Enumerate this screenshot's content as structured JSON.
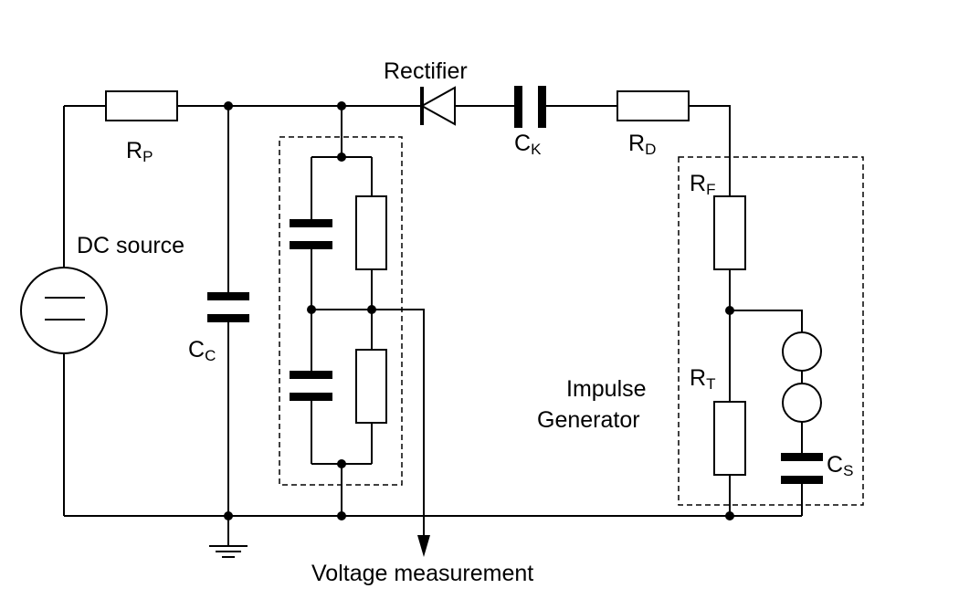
{
  "labels": {
    "rectifier": "Rectifier",
    "dc_source": "DC source",
    "impulse_generator_line1": "Impulse",
    "impulse_generator_line2": "Generator",
    "voltage_measurement": "Voltage measurement"
  },
  "components": {
    "rp": {
      "main": "R",
      "sub": "P"
    },
    "cc": {
      "main": "C",
      "sub": "C"
    },
    "ck": {
      "main": "C",
      "sub": "K"
    },
    "rd": {
      "main": "R",
      "sub": "D"
    },
    "rf": {
      "main": "R",
      "sub": "F"
    },
    "rt": {
      "main": "R",
      "sub": "T"
    },
    "cs": {
      "main": "C",
      "sub": "S"
    }
  },
  "colors": {
    "stroke": "#000000",
    "background": "#ffffff"
  }
}
